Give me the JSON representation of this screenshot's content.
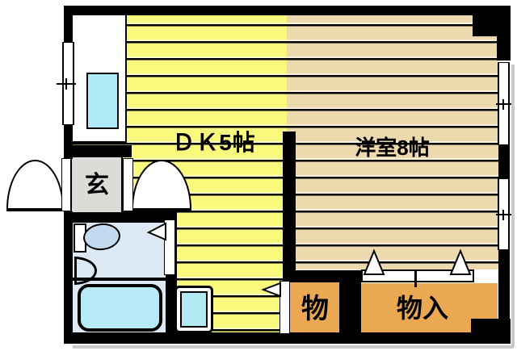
{
  "page": {
    "type": "japanese-apartment-floor-plan"
  },
  "rooms": {
    "dk": {
      "label": "ＤＫ5帖",
      "floor_color": "#f9f97e"
    },
    "western": {
      "label": "洋室8帖",
      "floor_color": "#ecd9ad"
    },
    "genkan": {
      "label": "玄",
      "floor_color": "#dbdbd7"
    },
    "storage": {
      "label": "物",
      "floor_color": "#e9a851"
    },
    "closet": {
      "label": "物入",
      "floor_color": "#e9a851"
    }
  },
  "palette": {
    "wall": "#000000",
    "stripe_yellow": "#f9f97e",
    "stripe_beige": "#ecd9ad",
    "bath_floor": "#dce9f4",
    "bathtub": "#b5eaf6",
    "kitchen_sink": "#aeeaf8",
    "toilet_bowl": "#c3daf1",
    "washer_pan": "#b2e9f2",
    "storage_orange": "#e9a851",
    "door_swing": "#ffffff"
  },
  "fixtures": [
    "kitchen-sink",
    "toilet",
    "wash-basin",
    "bathtub",
    "washing-machine-pan",
    "entry-door-swing-left",
    "entry-door-swing-right",
    "window-left",
    "window-right-upper",
    "window-right-lower",
    "bathroom-door",
    "storage-door",
    "closet-sliding-door"
  ]
}
